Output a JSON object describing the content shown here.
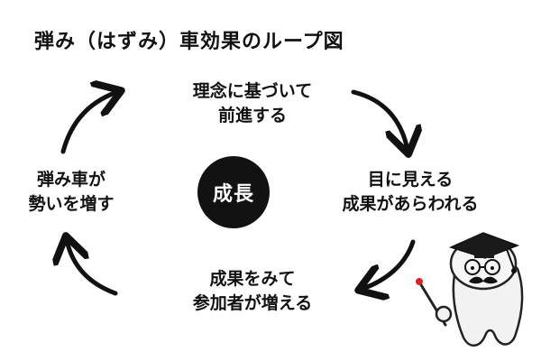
{
  "title": "弾み（はずみ）車効果のループ図",
  "center": "成長",
  "nodes": {
    "top": [
      "理念に基づいて",
      "前進する"
    ],
    "right": [
      "目に見える",
      "成果があらわれる"
    ],
    "bottom": [
      "成果をみて",
      "参加者が増える"
    ],
    "left": [
      "弾み車が",
      "勢いを増す"
    ]
  },
  "colors": {
    "arrow": "#111111",
    "center_circle": "#121212",
    "pointer_tip": "#e02020"
  },
  "icons": {
    "mascot": "professor-mascot-icon"
  }
}
